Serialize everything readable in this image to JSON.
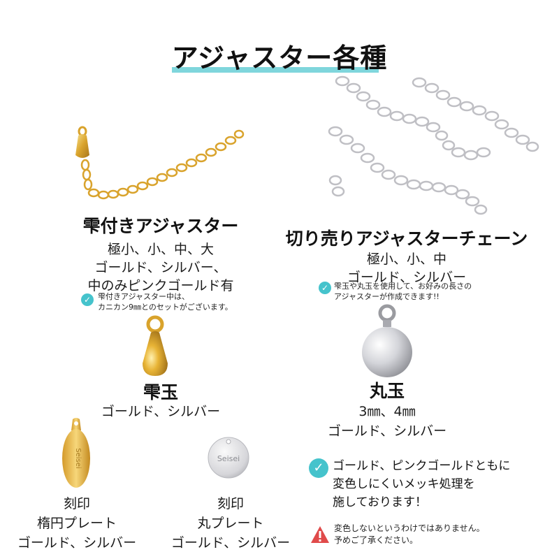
{
  "title": "アジャスター各種",
  "items": {
    "drop_adjuster": {
      "name": "雫付きアジャスター",
      "sizes": "極小、小、中、大",
      "colors": "ゴールド、シルバー、",
      "extra": "中のみピンクゴールド有",
      "note_line1": "雫付きアジャスター中は、",
      "note_line2": "カニカン9㎜とのセットがございます。"
    },
    "cut_chain": {
      "name": "切り売りアジャスターチェーン",
      "sizes": "極小、小、中",
      "colors": "ゴールド、シルバー",
      "note_line1": "雫玉や丸玉を使用して、お好みの長さの",
      "note_line2": "アジャスターが作成できます!!"
    },
    "drop_ball": {
      "name": "雫玉",
      "colors": "ゴールド、シルバー"
    },
    "round_ball": {
      "name": "丸玉",
      "sizes": "3㎜、4㎜",
      "colors": "ゴールド、シルバー"
    },
    "oval_plate": {
      "line1": "刻印",
      "line2": "楕円プレート",
      "colors": "ゴールド、シルバー",
      "engraving": "Seisei"
    },
    "round_plate": {
      "line1": "刻印",
      "line2": "丸プレート",
      "colors": "ゴールド、シルバー",
      "engraving": "Seisei"
    }
  },
  "plating_note": {
    "line1": "ゴールド、ピンクゴールドともに",
    "line2": "変色しにくいメッキ処理を",
    "line3": "施しております！"
  },
  "warning_note": {
    "line1": "変色しないというわけではありません。",
    "line2": "予めご了承ください。"
  },
  "icons": {
    "check": "check-circle-icon",
    "warning": "warning-triangle-icon"
  },
  "colors": {
    "accent_teal": "#45c3cc",
    "underline": "#7fd6dc",
    "gold": "#e2b23e",
    "silver": "#c8c8cc",
    "warning_red": "#e04a4a"
  }
}
